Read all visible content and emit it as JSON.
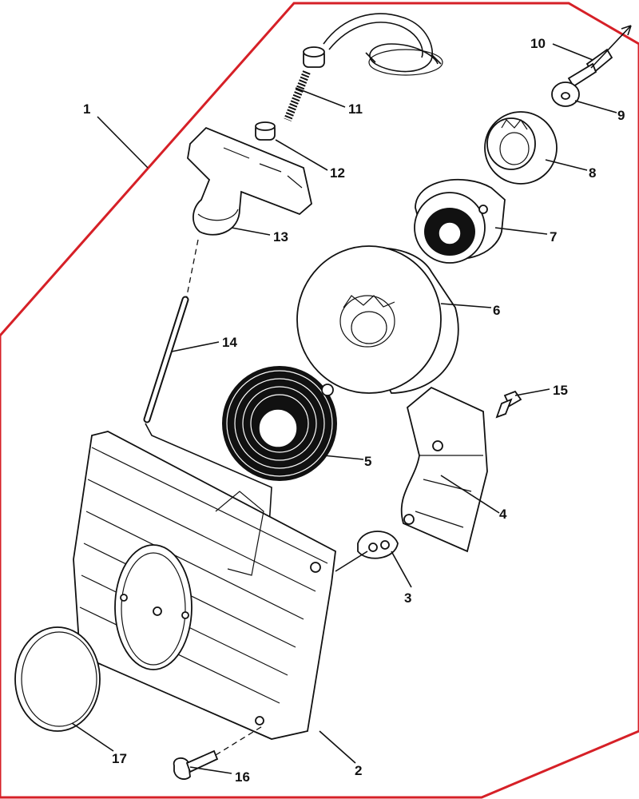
{
  "diagram": {
    "kind": "exploded parts view",
    "border_color": "#d62027",
    "line_color": "#111111",
    "callouts": [
      {
        "id": "c1",
        "text": "1"
      },
      {
        "id": "c2",
        "text": "2"
      },
      {
        "id": "c3",
        "text": "3"
      },
      {
        "id": "c4",
        "text": "4"
      },
      {
        "id": "c5",
        "text": "5"
      },
      {
        "id": "c6",
        "text": "6"
      },
      {
        "id": "c7",
        "text": "7"
      },
      {
        "id": "c8",
        "text": "8"
      },
      {
        "id": "c9",
        "text": "9"
      },
      {
        "id": "c10",
        "text": "10"
      },
      {
        "id": "c11",
        "text": "11"
      },
      {
        "id": "c12",
        "text": "12"
      },
      {
        "id": "c13",
        "text": "13"
      },
      {
        "id": "c14",
        "text": "14"
      },
      {
        "id": "c15",
        "text": "15"
      },
      {
        "id": "c16",
        "text": "16"
      },
      {
        "id": "c17",
        "text": "17"
      }
    ]
  }
}
